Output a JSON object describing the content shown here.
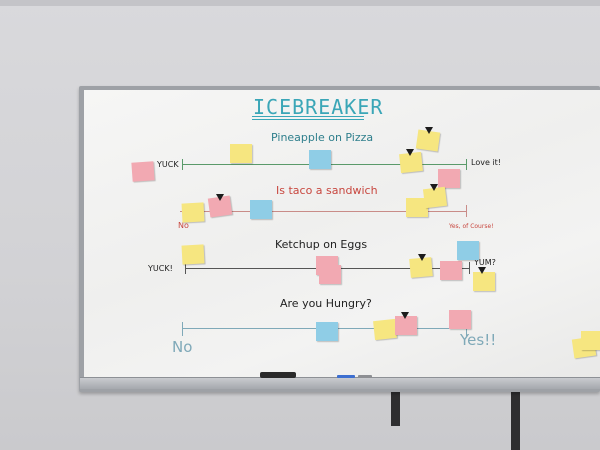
{
  "title": "ICEBREAKER",
  "questions": [
    {
      "text": "Pineapple on Pizza",
      "left_label": "YUCK",
      "right_label": "Love it!"
    },
    {
      "text": "Is taco a sandwich",
      "left_label": "No",
      "right_label": "Yes, of Course!"
    },
    {
      "text": "Ketchup on Eggs",
      "left_label": "YUCK!",
      "right_label": "YUM?"
    },
    {
      "text": "Are you Hungry?",
      "left_label": "No",
      "right_label": "Yes!!"
    }
  ],
  "colors": {
    "sticky_yellow": "#f6e680",
    "sticky_pink": "#f2a9b2",
    "sticky_blue": "#8fcde6",
    "title_ink": "#3aa6b7"
  }
}
